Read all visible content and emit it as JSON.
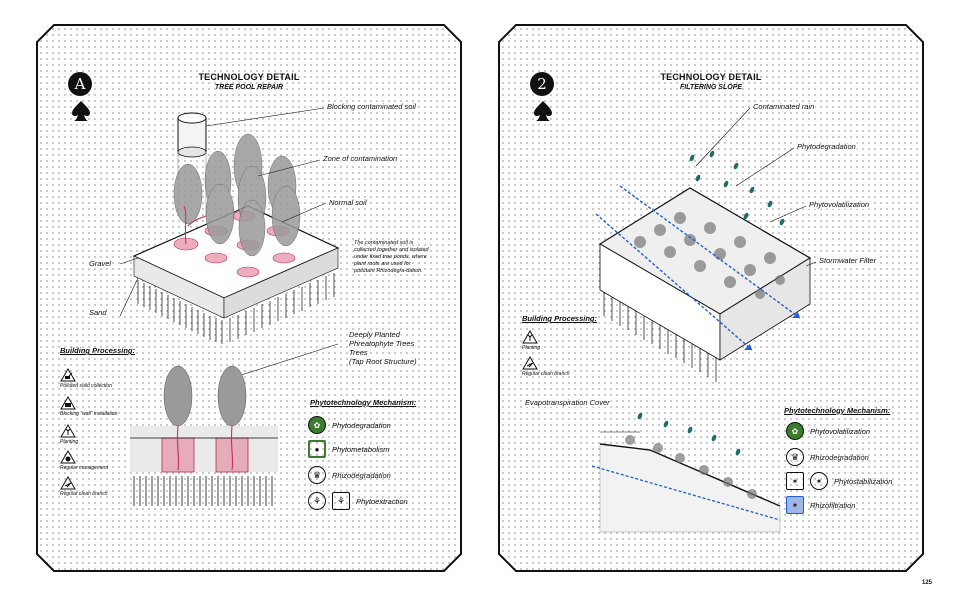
{
  "panel_a": {
    "badge": "A",
    "title": "TECHNOLOGY DETAIL",
    "subtitle": "TREE POOL REPAIR",
    "callouts": {
      "blocking": "Blocking contaminated soil",
      "zone": "Zone of contamination",
      "normal": "Normal soil",
      "gravel": "Gravel",
      "sand": "Sand",
      "deep_line1": "Deeply Planted",
      "deep_line2": "Phreatophyte Trees",
      "deep_line3": "Trees",
      "deep_line4": "(Tap Root Structure)"
    },
    "note": "The contaminated soil is collected together and isolated under fixed tree ponds, where plant roots are used for pollutant Rhizodegra-dation.",
    "building_processing": {
      "heading": "Building Processing:",
      "items": [
        {
          "label": "Polluted soild collection",
          "icon": "excavator-icon"
        },
        {
          "label": "Blocking \"wall\" installation",
          "icon": "wall-icon"
        },
        {
          "label": "Planting",
          "icon": "planting-icon"
        },
        {
          "label": "Regular management",
          "icon": "management-icon"
        },
        {
          "label": "Regular clean branch",
          "icon": "clean-branch-icon"
        }
      ]
    },
    "mechanism": {
      "heading": "Phytotechnology Mechanism:",
      "items": [
        {
          "label": "Phytodegradation",
          "icon": "phytodegradation-icon"
        },
        {
          "label": "Phytometabolism",
          "icon": "phytometabolism-icon"
        },
        {
          "label": "Rhizodegradation",
          "icon": "rhizodegradation-icon"
        },
        {
          "label": "Phytoextraction",
          "icon": "phytoextraction-icon"
        }
      ]
    }
  },
  "panel_b": {
    "badge": "2",
    "title": "TECHNOLOGY DETAIL",
    "subtitle": "FILTERING SLOPE",
    "callouts": {
      "rain": "Contaminated rain",
      "phytodeg": "Phytodegradation",
      "phytovol": "Phytovolatilization",
      "stormwater": "Stormwater Filter",
      "evapo": "Evapotranspiration Cover"
    },
    "building_processing": {
      "heading": "Building Processing:",
      "items": [
        {
          "label": "Planting",
          "icon": "planting-icon"
        },
        {
          "label": "Regular clean branch",
          "icon": "clean-branch-icon"
        }
      ]
    },
    "mechanism": {
      "heading": "Phytotechnology Mechanism:",
      "items": [
        {
          "label": "Phytovolatilization",
          "icon": "phytovolatilization-icon"
        },
        {
          "label": "Rhizodegradation",
          "icon": "rhizodegradation-icon"
        },
        {
          "label": "Phytostabilization",
          "icon": "phytostabilization-icon"
        },
        {
          "label": "Rhizofiltration",
          "icon": "rhizofiltration-icon"
        }
      ]
    }
  },
  "page_number": "125",
  "colors": {
    "contamination": "#d9476b",
    "water": "#1f5fd1",
    "rain": "#1f6e6a",
    "ink": "#111111"
  }
}
